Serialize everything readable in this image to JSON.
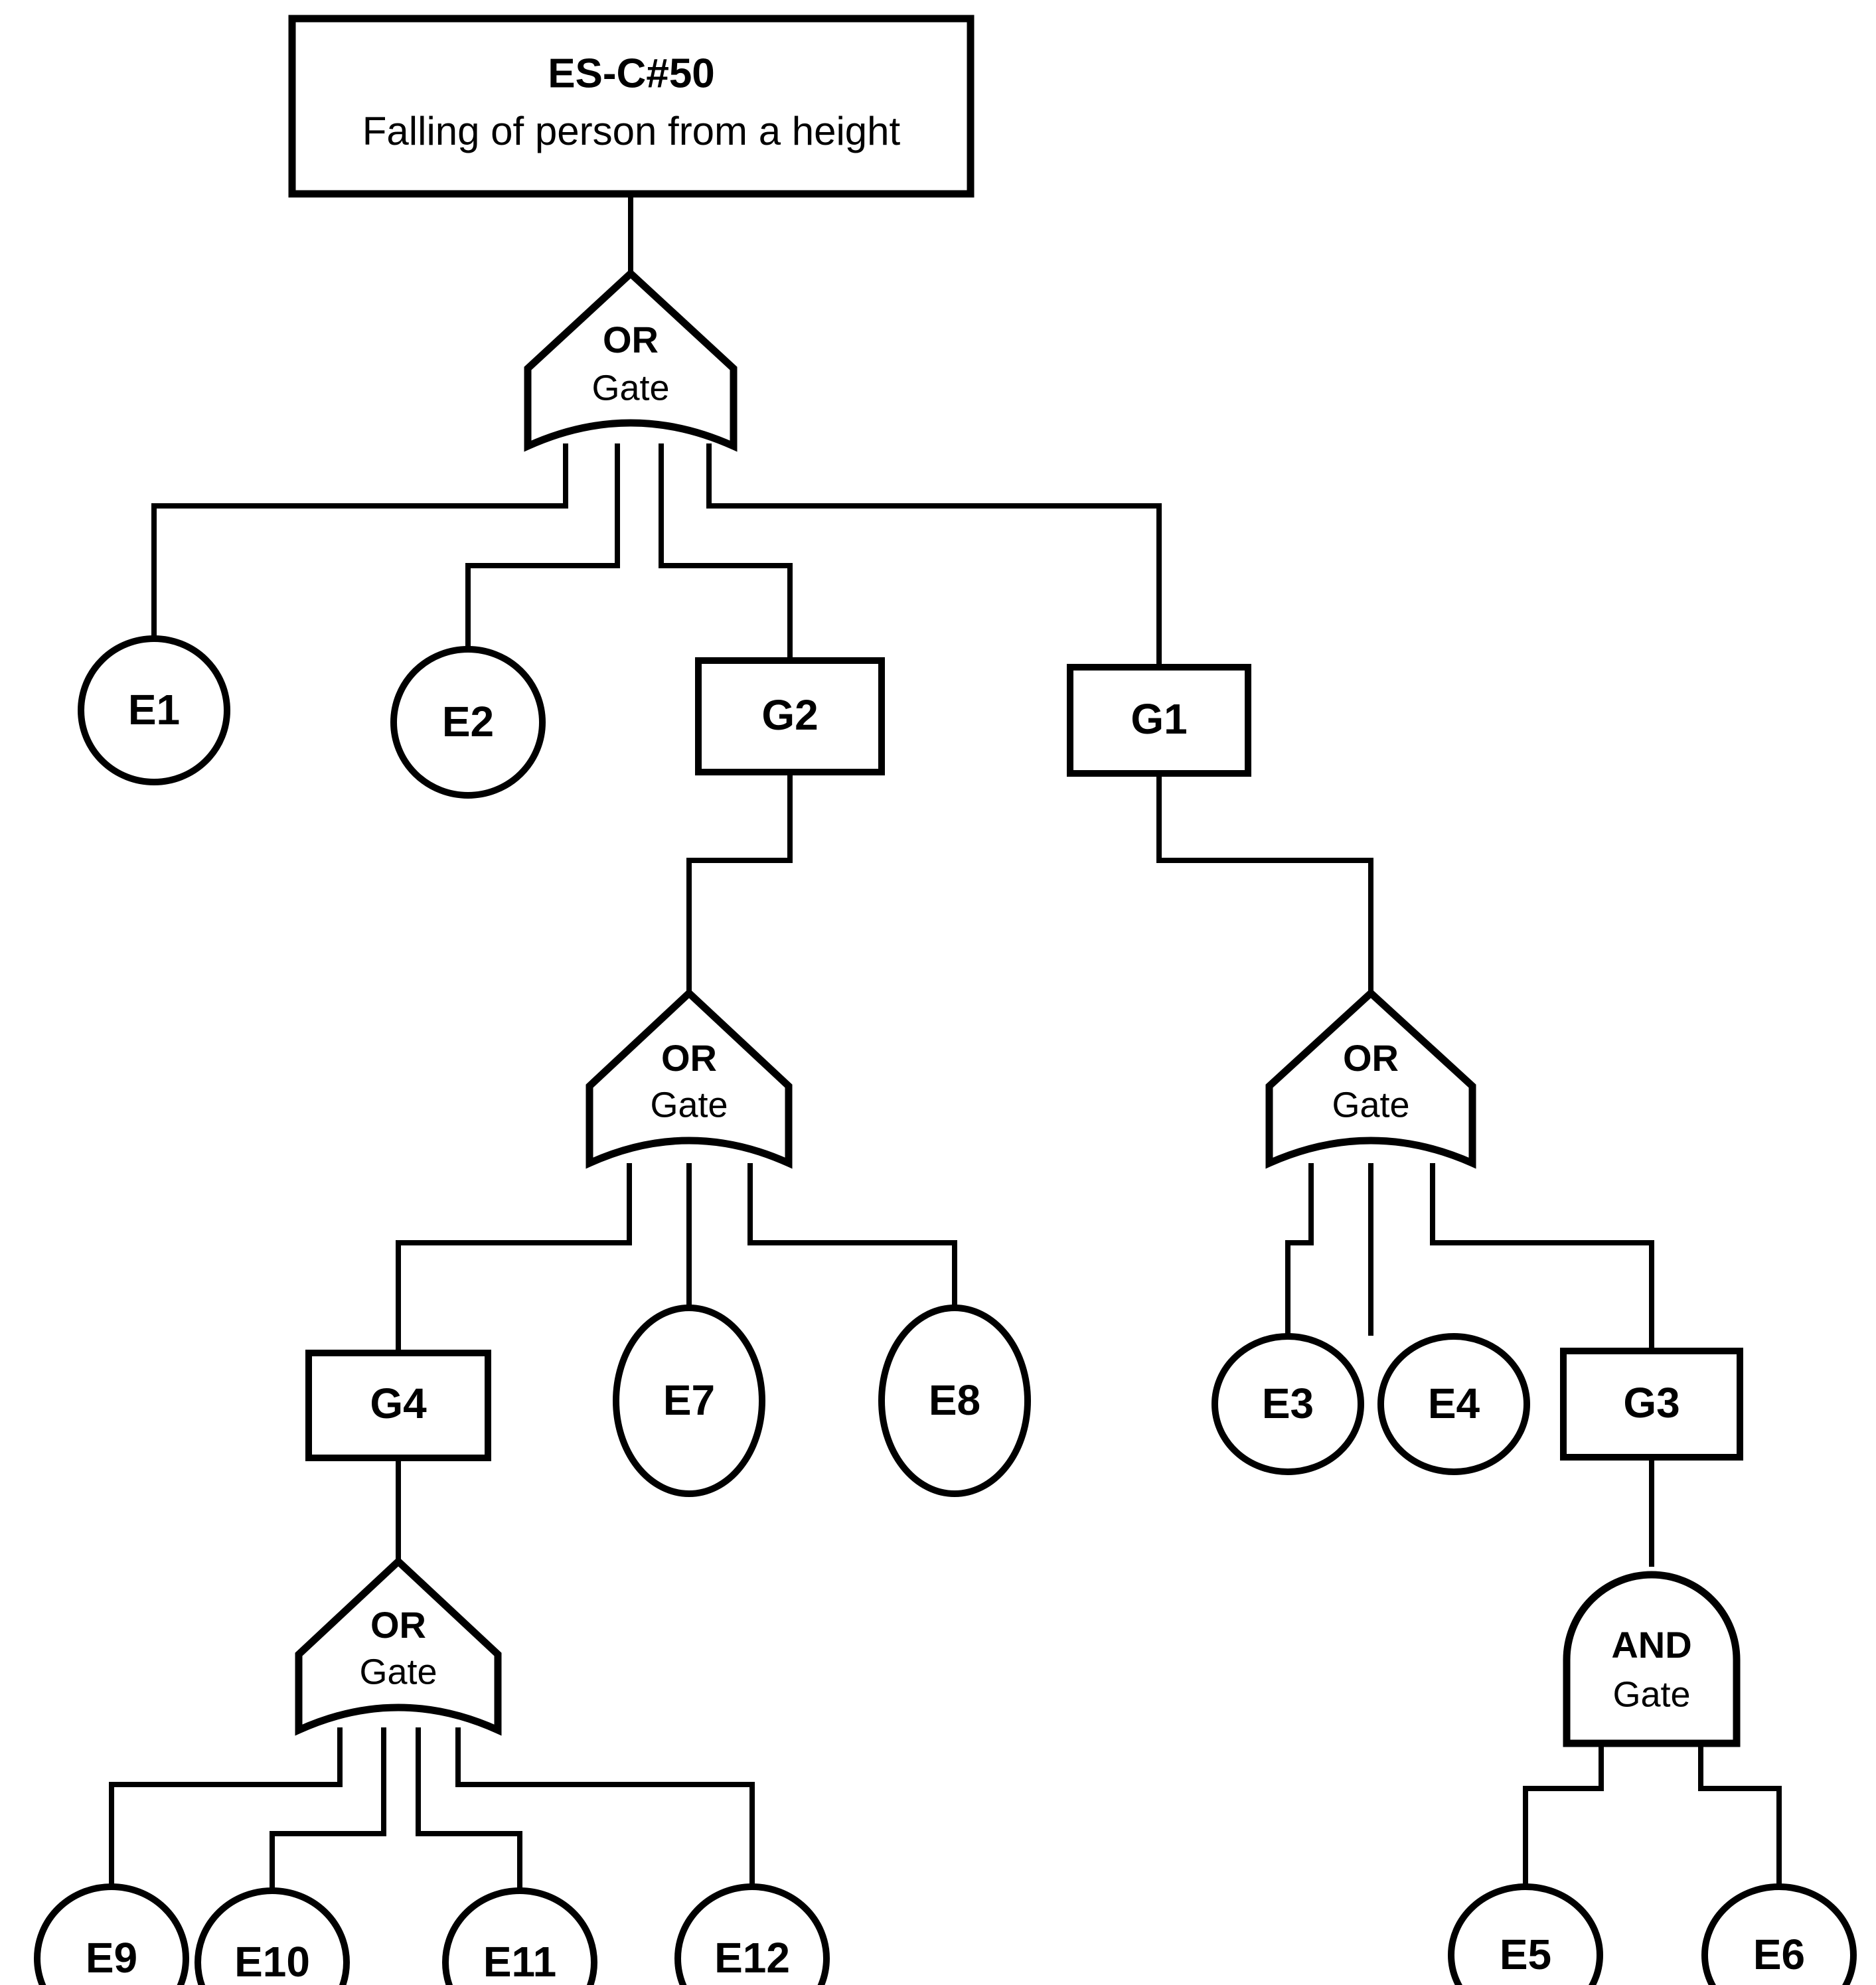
{
  "diagram": {
    "title_code": "ES-C#50",
    "title_desc": "Falling of person from a height",
    "gate_word": "Gate",
    "or_label": "OR",
    "and_label": "AND",
    "stroke_color": "#000000",
    "fill_color": "#ffffff"
  },
  "gates": {
    "top": {
      "type": "OR",
      "word": "Gate"
    },
    "g2": {
      "label": "G2",
      "type": "OR",
      "word": "Gate"
    },
    "g1": {
      "label": "G1",
      "type": "OR",
      "word": "Gate"
    },
    "g4": {
      "label": "G4",
      "type": "OR",
      "word": "Gate"
    },
    "g3": {
      "label": "G3",
      "type": "AND",
      "word": "Gate"
    }
  },
  "events": {
    "e1": "E1",
    "e2": "E2",
    "e3": "E3",
    "e4": "E4",
    "e5": "E5",
    "e6": "E6",
    "e7": "E7",
    "e8": "E8",
    "e9": "E9",
    "e10": "E10",
    "e11": "E11",
    "e12": "E12"
  },
  "chart_data": {
    "type": "diagram",
    "subtype": "fault-tree",
    "title": "ES-C#50 Falling of person from a height",
    "nodes": [
      {
        "id": "TOP",
        "kind": "top-event",
        "label": "ES-C#50 / Falling of person from a height"
      },
      {
        "id": "GTOP",
        "kind": "or-gate",
        "label": "OR Gate"
      },
      {
        "id": "E1",
        "kind": "basic-event",
        "label": "E1"
      },
      {
        "id": "E2",
        "kind": "basic-event",
        "label": "E2"
      },
      {
        "id": "G2",
        "kind": "intermediate-gate",
        "label": "G2"
      },
      {
        "id": "G1",
        "kind": "intermediate-gate",
        "label": "G1"
      },
      {
        "id": "GG2",
        "kind": "or-gate",
        "label": "OR Gate"
      },
      {
        "id": "GG1",
        "kind": "or-gate",
        "label": "OR Gate"
      },
      {
        "id": "G4",
        "kind": "intermediate-gate",
        "label": "G4"
      },
      {
        "id": "E7",
        "kind": "basic-event",
        "label": "E7"
      },
      {
        "id": "E8",
        "kind": "basic-event",
        "label": "E8"
      },
      {
        "id": "E3",
        "kind": "basic-event",
        "label": "E3"
      },
      {
        "id": "E4",
        "kind": "basic-event",
        "label": "E4"
      },
      {
        "id": "G3",
        "kind": "intermediate-gate",
        "label": "G3"
      },
      {
        "id": "GG4",
        "kind": "or-gate",
        "label": "OR Gate"
      },
      {
        "id": "GG3",
        "kind": "and-gate",
        "label": "AND Gate"
      },
      {
        "id": "E9",
        "kind": "basic-event",
        "label": "E9"
      },
      {
        "id": "E10",
        "kind": "basic-event",
        "label": "E10"
      },
      {
        "id": "E11",
        "kind": "basic-event",
        "label": "E11"
      },
      {
        "id": "E12",
        "kind": "basic-event",
        "label": "E12"
      },
      {
        "id": "E5",
        "kind": "basic-event",
        "label": "E5"
      },
      {
        "id": "E6",
        "kind": "basic-event",
        "label": "E6"
      }
    ],
    "edges": [
      {
        "from": "TOP",
        "to": "GTOP"
      },
      {
        "from": "GTOP",
        "to": "E1"
      },
      {
        "from": "GTOP",
        "to": "E2"
      },
      {
        "from": "GTOP",
        "to": "G2"
      },
      {
        "from": "GTOP",
        "to": "G1"
      },
      {
        "from": "G2",
        "to": "GG2"
      },
      {
        "from": "GG2",
        "to": "G4"
      },
      {
        "from": "GG2",
        "to": "E7"
      },
      {
        "from": "GG2",
        "to": "E8"
      },
      {
        "from": "G1",
        "to": "GG1"
      },
      {
        "from": "GG1",
        "to": "E3"
      },
      {
        "from": "GG1",
        "to": "E4"
      },
      {
        "from": "GG1",
        "to": "G3"
      },
      {
        "from": "G4",
        "to": "GG4"
      },
      {
        "from": "GG4",
        "to": "E9"
      },
      {
        "from": "GG4",
        "to": "E10"
      },
      {
        "from": "GG4",
        "to": "E11"
      },
      {
        "from": "GG4",
        "to": "E12"
      },
      {
        "from": "G3",
        "to": "GG3"
      },
      {
        "from": "GG3",
        "to": "E5"
      },
      {
        "from": "GG3",
        "to": "E6"
      }
    ]
  }
}
